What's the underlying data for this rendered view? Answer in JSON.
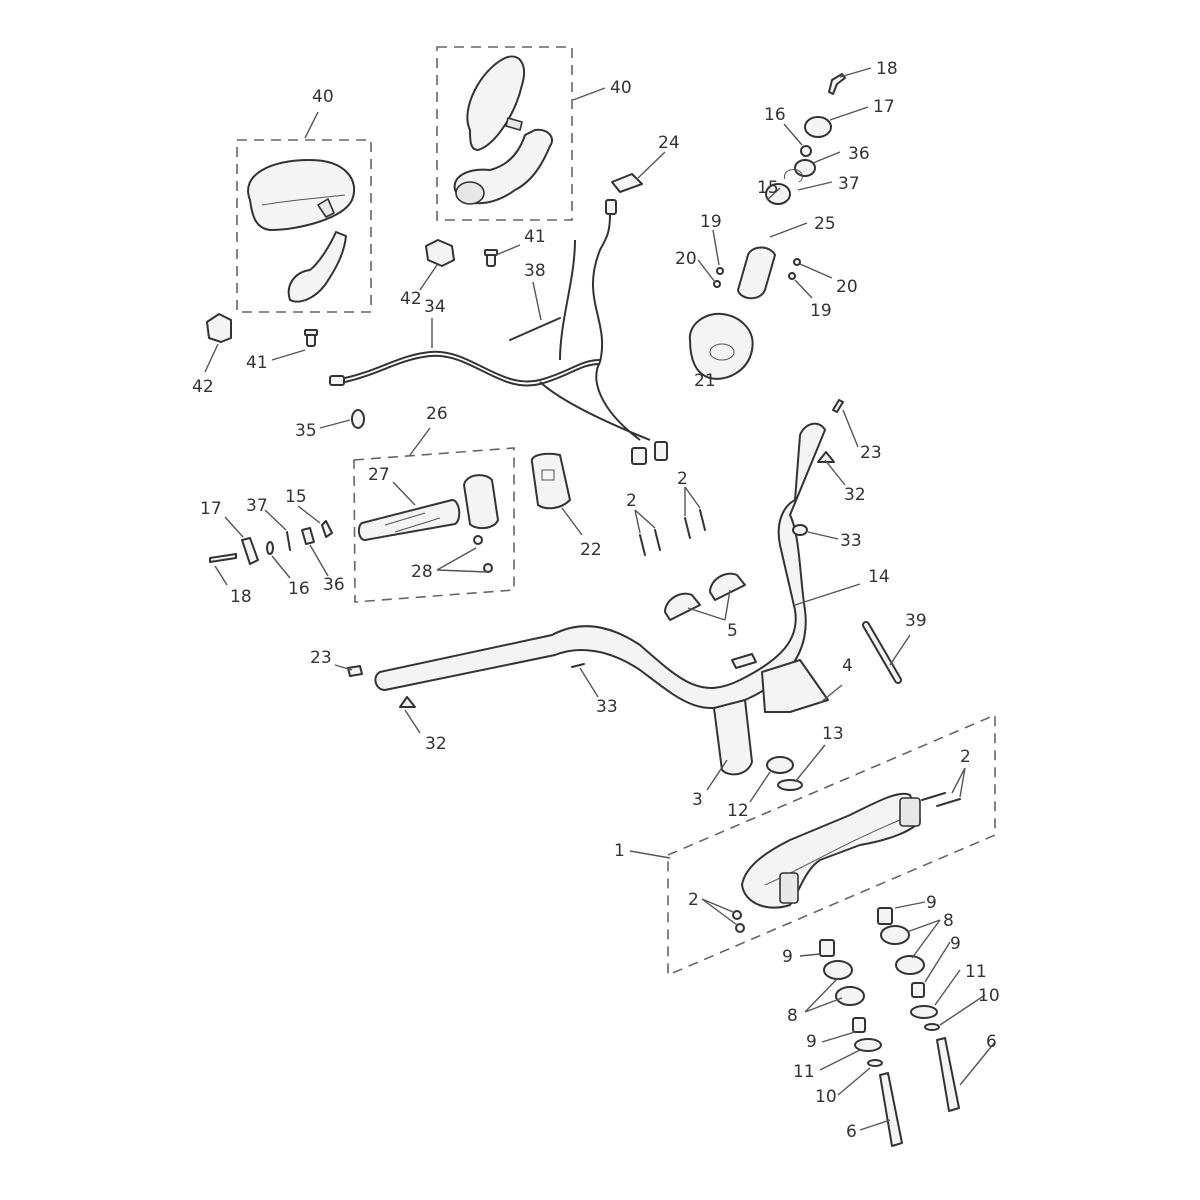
{
  "diagram": {
    "title": "Handlebars and Switches exploded parts diagram",
    "callouts": [
      {
        "id": "c40a",
        "text": "40"
      },
      {
        "id": "c40b",
        "text": "40"
      },
      {
        "id": "c42a",
        "text": "42"
      },
      {
        "id": "c42b",
        "text": "42"
      },
      {
        "id": "c41a",
        "text": "41"
      },
      {
        "id": "c41b",
        "text": "41"
      },
      {
        "id": "c34",
        "text": "34"
      },
      {
        "id": "c38",
        "text": "38"
      },
      {
        "id": "c24",
        "text": "24"
      },
      {
        "id": "c18a",
        "text": "18"
      },
      {
        "id": "c17a",
        "text": "17"
      },
      {
        "id": "c16a",
        "text": "16"
      },
      {
        "id": "c36a",
        "text": "36"
      },
      {
        "id": "c37a",
        "text": "37"
      },
      {
        "id": "c15a",
        "text": "15"
      },
      {
        "id": "c25",
        "text": "25"
      },
      {
        "id": "c19a",
        "text": "19"
      },
      {
        "id": "c20a",
        "text": "20"
      },
      {
        "id": "c20b",
        "text": "20"
      },
      {
        "id": "c19b",
        "text": "19"
      },
      {
        "id": "c21",
        "text": "21"
      },
      {
        "id": "c35",
        "text": "35"
      },
      {
        "id": "c26",
        "text": "26"
      },
      {
        "id": "c27",
        "text": "27"
      },
      {
        "id": "c22",
        "text": "22"
      },
      {
        "id": "c28",
        "text": "28"
      },
      {
        "id": "c17b",
        "text": "17"
      },
      {
        "id": "c37b",
        "text": "37"
      },
      {
        "id": "c15b",
        "text": "15"
      },
      {
        "id": "c18b",
        "text": "18"
      },
      {
        "id": "c16b",
        "text": "16"
      },
      {
        "id": "c36b",
        "text": "36"
      },
      {
        "id": "c23a",
        "text": "23"
      },
      {
        "id": "c32a",
        "text": "32"
      },
      {
        "id": "c33a",
        "text": "33"
      },
      {
        "id": "c2a",
        "text": "2"
      },
      {
        "id": "c2b",
        "text": "2"
      },
      {
        "id": "c14",
        "text": "14"
      },
      {
        "id": "c5",
        "text": "5"
      },
      {
        "id": "c39",
        "text": "39"
      },
      {
        "id": "c23b",
        "text": "23"
      },
      {
        "id": "c32b",
        "text": "32"
      },
      {
        "id": "c33b",
        "text": "33"
      },
      {
        "id": "c4",
        "text": "4"
      },
      {
        "id": "c13",
        "text": "13"
      },
      {
        "id": "c3",
        "text": "3"
      },
      {
        "id": "c12",
        "text": "12"
      },
      {
        "id": "c2c",
        "text": "2"
      },
      {
        "id": "c1",
        "text": "1"
      },
      {
        "id": "c2d",
        "text": "2"
      },
      {
        "id": "c9a",
        "text": "9"
      },
      {
        "id": "c8a",
        "text": "8"
      },
      {
        "id": "c9b",
        "text": "9"
      },
      {
        "id": "c9c",
        "text": "9"
      },
      {
        "id": "c11a",
        "text": "11"
      },
      {
        "id": "c10a",
        "text": "10"
      },
      {
        "id": "c8b",
        "text": "8"
      },
      {
        "id": "c9d",
        "text": "9"
      },
      {
        "id": "c11b",
        "text": "11"
      },
      {
        "id": "c10b",
        "text": "10"
      },
      {
        "id": "c6a",
        "text": "6"
      },
      {
        "id": "c6b",
        "text": "6"
      }
    ]
  },
  "colors": {
    "line": "#333333",
    "fill": "#f4f4f4",
    "leader": "#555555"
  }
}
